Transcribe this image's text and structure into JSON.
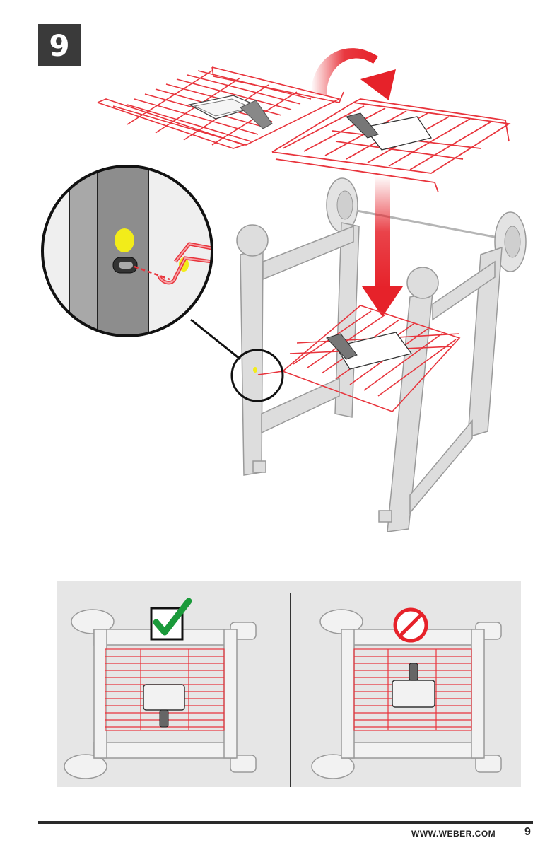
{
  "step": {
    "number": "9"
  },
  "footer": {
    "url": "WWW.WEBER.COM",
    "page_number": "9"
  },
  "colors": {
    "step_badge": "#3a3a3a",
    "rack_red": "#e8343c",
    "arrow_red": "#e6222a",
    "frame_gray": "#d9d9d9",
    "highlight_yellow": "#f2ec1a",
    "correct_green": "#1a9a3a",
    "incorrect_red": "#e6222a",
    "panel_bg": "#e6e6e6"
  },
  "icons": {
    "correct": "check-mark-icon",
    "incorrect": "prohibited-icon"
  }
}
